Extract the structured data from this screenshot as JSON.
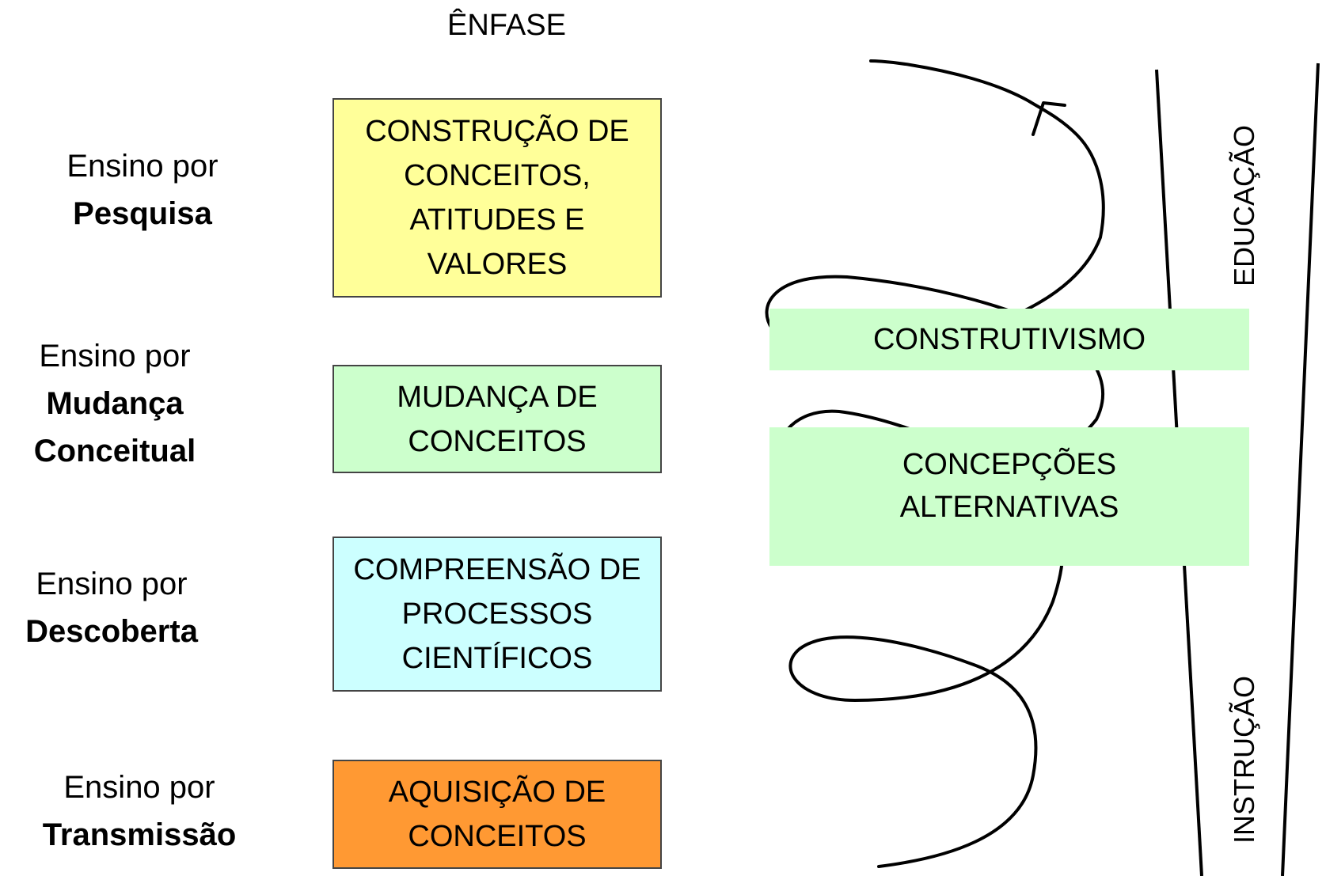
{
  "emphasis_title": "ÊNFASE",
  "approaches": [
    {
      "prefix": "Ensino por",
      "name": "Pesquisa"
    },
    {
      "prefix": "Ensino por",
      "name": "Mudança",
      "name2": "Conceitual"
    },
    {
      "prefix": "Ensino por",
      "name": "Descoberta"
    },
    {
      "prefix": "Ensino por",
      "name": "Transmissão"
    }
  ],
  "emphasis_boxes": [
    {
      "text": "CONSTRUÇÃO DE\nCONCEITOS,\nATITUDES E\nVALORES",
      "color": "#ffff99"
    },
    {
      "text": "MUDANÇA DE\nCONCEITOS",
      "color": "#ccffcc"
    },
    {
      "text": "COMPREENSÃO DE\nPROCESSOS\nCIENTÍFICOS",
      "color": "#ccffff"
    },
    {
      "text": "AQUISIÇÃO DE\nCONCEITOS",
      "color": "#ff9933"
    }
  ],
  "bands": {
    "construtivismo": "CONSTRUTIVISMO",
    "concepcoes": "CONCEPÇÕES\nALTERNATIVAS",
    "color": "#ccffcc"
  },
  "axis_labels": {
    "top": "EDUCAÇÃO",
    "bottom": "INSTRUÇÃO"
  }
}
